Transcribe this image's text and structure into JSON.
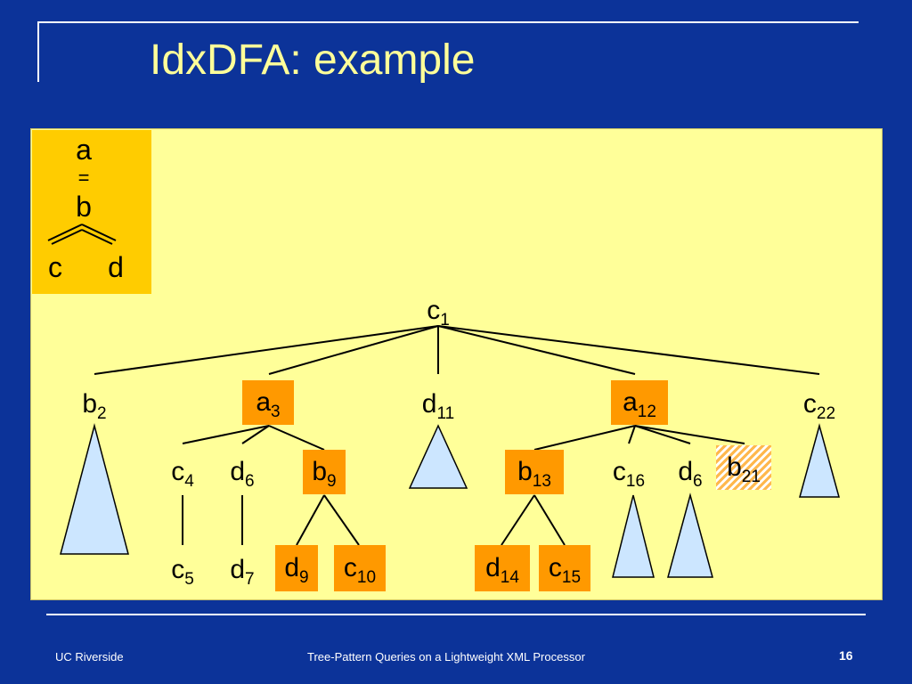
{
  "slide": {
    "title": "IdxDFA: example",
    "colors": {
      "background": "#0c3399",
      "title": "#ffff99",
      "panel": "#ffff99",
      "pattern_box": "#ffcc00",
      "highlight": "#ff9900",
      "triangle_fill": "#cce6ff"
    }
  },
  "pattern": {
    "root": "a",
    "edge_mark": "=",
    "mid": "b",
    "leaf_left": "c",
    "leaf_right": "d"
  },
  "tree": {
    "nodes": [
      {
        "id": "c1",
        "label": "c",
        "sub": "1",
        "highlight": false
      },
      {
        "id": "b2",
        "label": "b",
        "sub": "2",
        "highlight": false
      },
      {
        "id": "a3",
        "label": "a",
        "sub": "3",
        "highlight": true
      },
      {
        "id": "d11",
        "label": "d",
        "sub": "11",
        "highlight": false
      },
      {
        "id": "a12",
        "label": "a",
        "sub": "12",
        "highlight": true
      },
      {
        "id": "c22",
        "label": "c",
        "sub": "22",
        "highlight": false
      },
      {
        "id": "c4",
        "label": "c",
        "sub": "4",
        "highlight": false
      },
      {
        "id": "d6a",
        "label": "d",
        "sub": "6",
        "highlight": false
      },
      {
        "id": "b9",
        "label": "b",
        "sub": "9",
        "highlight": true
      },
      {
        "id": "b13",
        "label": "b",
        "sub": "13",
        "highlight": true
      },
      {
        "id": "c16",
        "label": "c",
        "sub": "16",
        "highlight": false
      },
      {
        "id": "d6b",
        "label": "d",
        "sub": "6",
        "highlight": false
      },
      {
        "id": "b21",
        "label": "b",
        "sub": "21",
        "highlight": "hatched"
      },
      {
        "id": "c5",
        "label": "c",
        "sub": "5",
        "highlight": false
      },
      {
        "id": "d7",
        "label": "d",
        "sub": "7",
        "highlight": false
      },
      {
        "id": "d9",
        "label": "d",
        "sub": "9",
        "highlight": true
      },
      {
        "id": "c10",
        "label": "c",
        "sub": "10",
        "highlight": true
      },
      {
        "id": "d14",
        "label": "d",
        "sub": "14",
        "highlight": true
      },
      {
        "id": "c15",
        "label": "c",
        "sub": "15",
        "highlight": true
      }
    ],
    "edges": [
      [
        "c1",
        "b2"
      ],
      [
        "c1",
        "a3"
      ],
      [
        "c1",
        "d11"
      ],
      [
        "c1",
        "a12"
      ],
      [
        "c1",
        "c22"
      ],
      [
        "a3",
        "c4"
      ],
      [
        "a3",
        "d6a"
      ],
      [
        "a3",
        "b9"
      ],
      [
        "a12",
        "b13"
      ],
      [
        "a12",
        "c16"
      ],
      [
        "a12",
        "d6b"
      ],
      [
        "a12",
        "b21"
      ],
      [
        "c4",
        "c5"
      ],
      [
        "d6a",
        "d7"
      ],
      [
        "b9",
        "d9"
      ],
      [
        "b9",
        "c10"
      ],
      [
        "b13",
        "d14"
      ],
      [
        "b13",
        "c15"
      ]
    ],
    "subtrees": [
      "b2",
      "d11",
      "c22",
      "c16",
      "d6b"
    ]
  },
  "footer": {
    "left": "UC Riverside",
    "center": "Tree-Pattern Queries on a Lightweight XML Processor",
    "page_number": "16"
  }
}
